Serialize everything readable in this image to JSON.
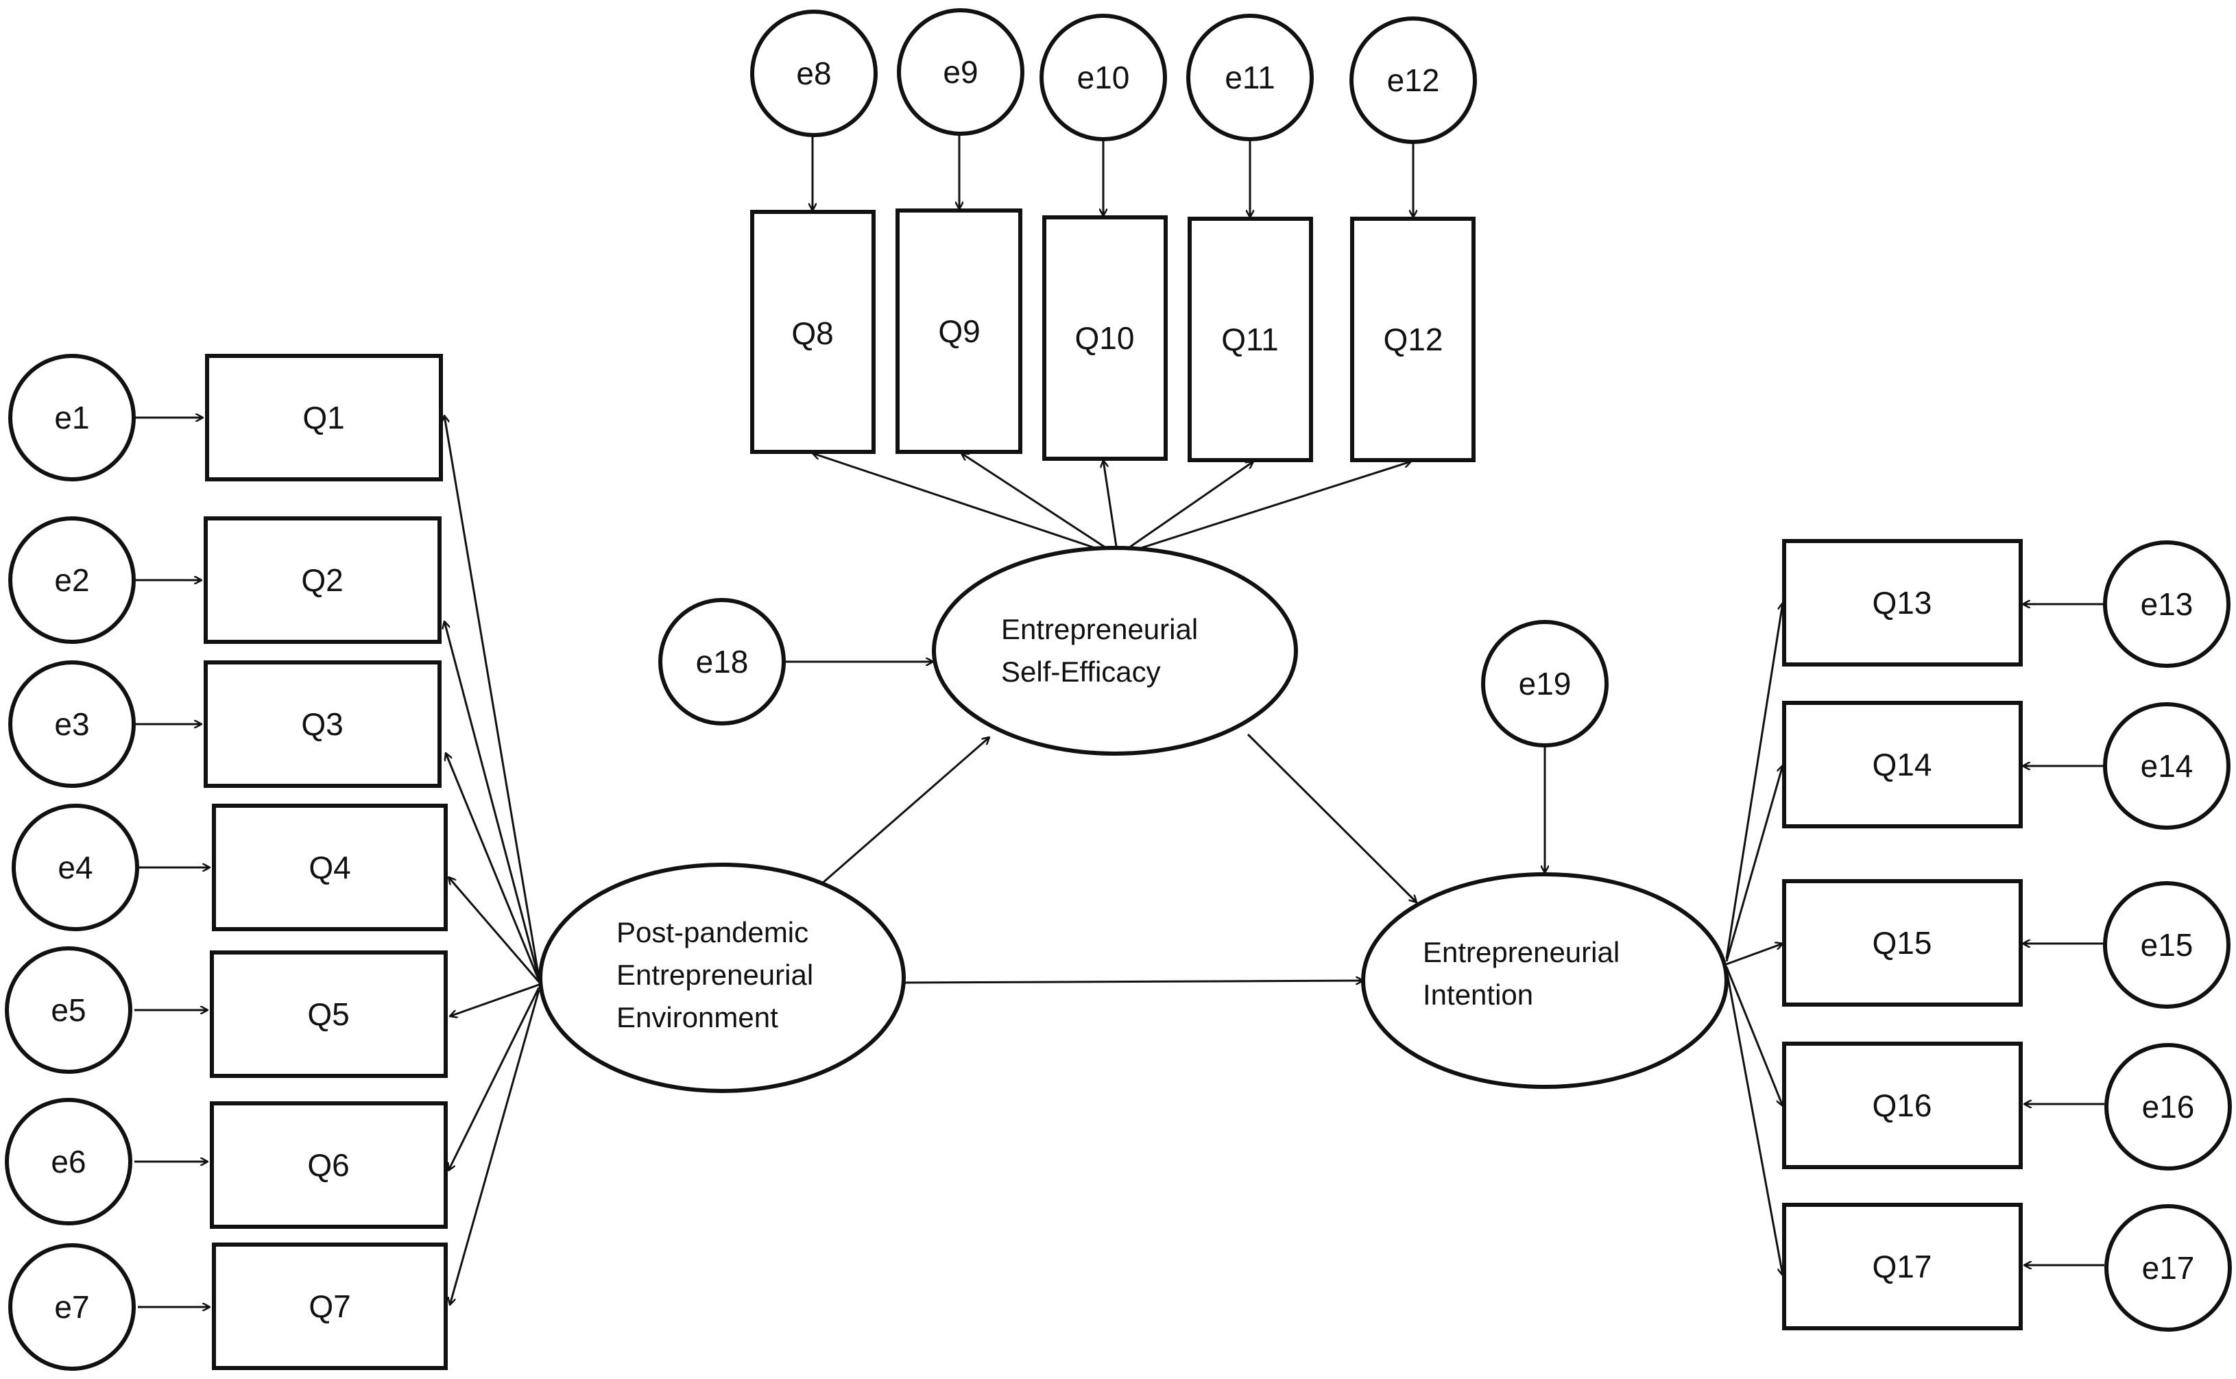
{
  "diagram": {
    "errors": {
      "e1": "e1",
      "e2": "e2",
      "e3": "e3",
      "e4": "e4",
      "e5": "e5",
      "e6": "e6",
      "e7": "e7",
      "e8": "e8",
      "e9": "e9",
      "e10": "e10",
      "e11": "e11",
      "e12": "e12",
      "e13": "e13",
      "e14": "e14",
      "e15": "e15",
      "e16": "e16",
      "e17": "e17",
      "e18": "e18",
      "e19": "e19"
    },
    "items": {
      "Q1": "Q1",
      "Q2": "Q2",
      "Q3": "Q3",
      "Q4": "Q4",
      "Q5": "Q5",
      "Q6": "Q6",
      "Q7": "Q7",
      "Q8": "Q8",
      "Q9": "Q9",
      "Q10": "Q10",
      "Q11": "Q11",
      "Q12": "Q12",
      "Q13": "Q13",
      "Q14": "Q14",
      "Q15": "Q15",
      "Q16": "Q16",
      "Q17": "Q17"
    },
    "constructs": {
      "environment": [
        "Post-pandemic",
        "Entrepreneurial",
        "Environment"
      ],
      "self_efficacy": [
        "Entrepreneurial",
        "Self-Efficacy"
      ],
      "intention": [
        "Entrepreneurial",
        "Intention"
      ]
    },
    "edges": [
      {
        "from": "e1",
        "to": "Q1"
      },
      {
        "from": "e2",
        "to": "Q2"
      },
      {
        "from": "e3",
        "to": "Q3"
      },
      {
        "from": "e4",
        "to": "Q4"
      },
      {
        "from": "e5",
        "to": "Q5"
      },
      {
        "from": "e6",
        "to": "Q6"
      },
      {
        "from": "e7",
        "to": "Q7"
      },
      {
        "from": "Post-pandemic Entrepreneurial Environment",
        "to": "Q1"
      },
      {
        "from": "Post-pandemic Entrepreneurial Environment",
        "to": "Q2"
      },
      {
        "from": "Post-pandemic Entrepreneurial Environment",
        "to": "Q3"
      },
      {
        "from": "Post-pandemic Entrepreneurial Environment",
        "to": "Q4"
      },
      {
        "from": "Post-pandemic Entrepreneurial Environment",
        "to": "Q5"
      },
      {
        "from": "Post-pandemic Entrepreneurial Environment",
        "to": "Q6"
      },
      {
        "from": "Post-pandemic Entrepreneurial Environment",
        "to": "Q7"
      },
      {
        "from": "e8",
        "to": "Q8"
      },
      {
        "from": "e9",
        "to": "Q9"
      },
      {
        "from": "e10",
        "to": "Q10"
      },
      {
        "from": "e11",
        "to": "Q11"
      },
      {
        "from": "e12",
        "to": "Q12"
      },
      {
        "from": "Entrepreneurial Self-Efficacy",
        "to": "Q8"
      },
      {
        "from": "Entrepreneurial Self-Efficacy",
        "to": "Q9"
      },
      {
        "from": "Entrepreneurial Self-Efficacy",
        "to": "Q10"
      },
      {
        "from": "Entrepreneurial Self-Efficacy",
        "to": "Q11"
      },
      {
        "from": "Entrepreneurial Self-Efficacy",
        "to": "Q12"
      },
      {
        "from": "e18",
        "to": "Entrepreneurial Self-Efficacy"
      },
      {
        "from": "Post-pandemic Entrepreneurial Environment",
        "to": "Entrepreneurial Self-Efficacy"
      },
      {
        "from": "Post-pandemic Entrepreneurial Environment",
        "to": "Entrepreneurial Intention"
      },
      {
        "from": "Entrepreneurial Self-Efficacy",
        "to": "Entrepreneurial Intention"
      },
      {
        "from": "e19",
        "to": "Entrepreneurial Intention"
      },
      {
        "from": "Entrepreneurial Intention",
        "to": "Q13"
      },
      {
        "from": "Entrepreneurial Intention",
        "to": "Q14"
      },
      {
        "from": "Entrepreneurial Intention",
        "to": "Q15"
      },
      {
        "from": "Entrepreneurial Intention",
        "to": "Q16"
      },
      {
        "from": "Entrepreneurial Intention",
        "to": "Q17"
      },
      {
        "from": "e13",
        "to": "Q13"
      },
      {
        "from": "e14",
        "to": "Q14"
      },
      {
        "from": "e15",
        "to": "Q15"
      },
      {
        "from": "e16",
        "to": "Q16"
      },
      {
        "from": "e17",
        "to": "Q17"
      }
    ]
  }
}
